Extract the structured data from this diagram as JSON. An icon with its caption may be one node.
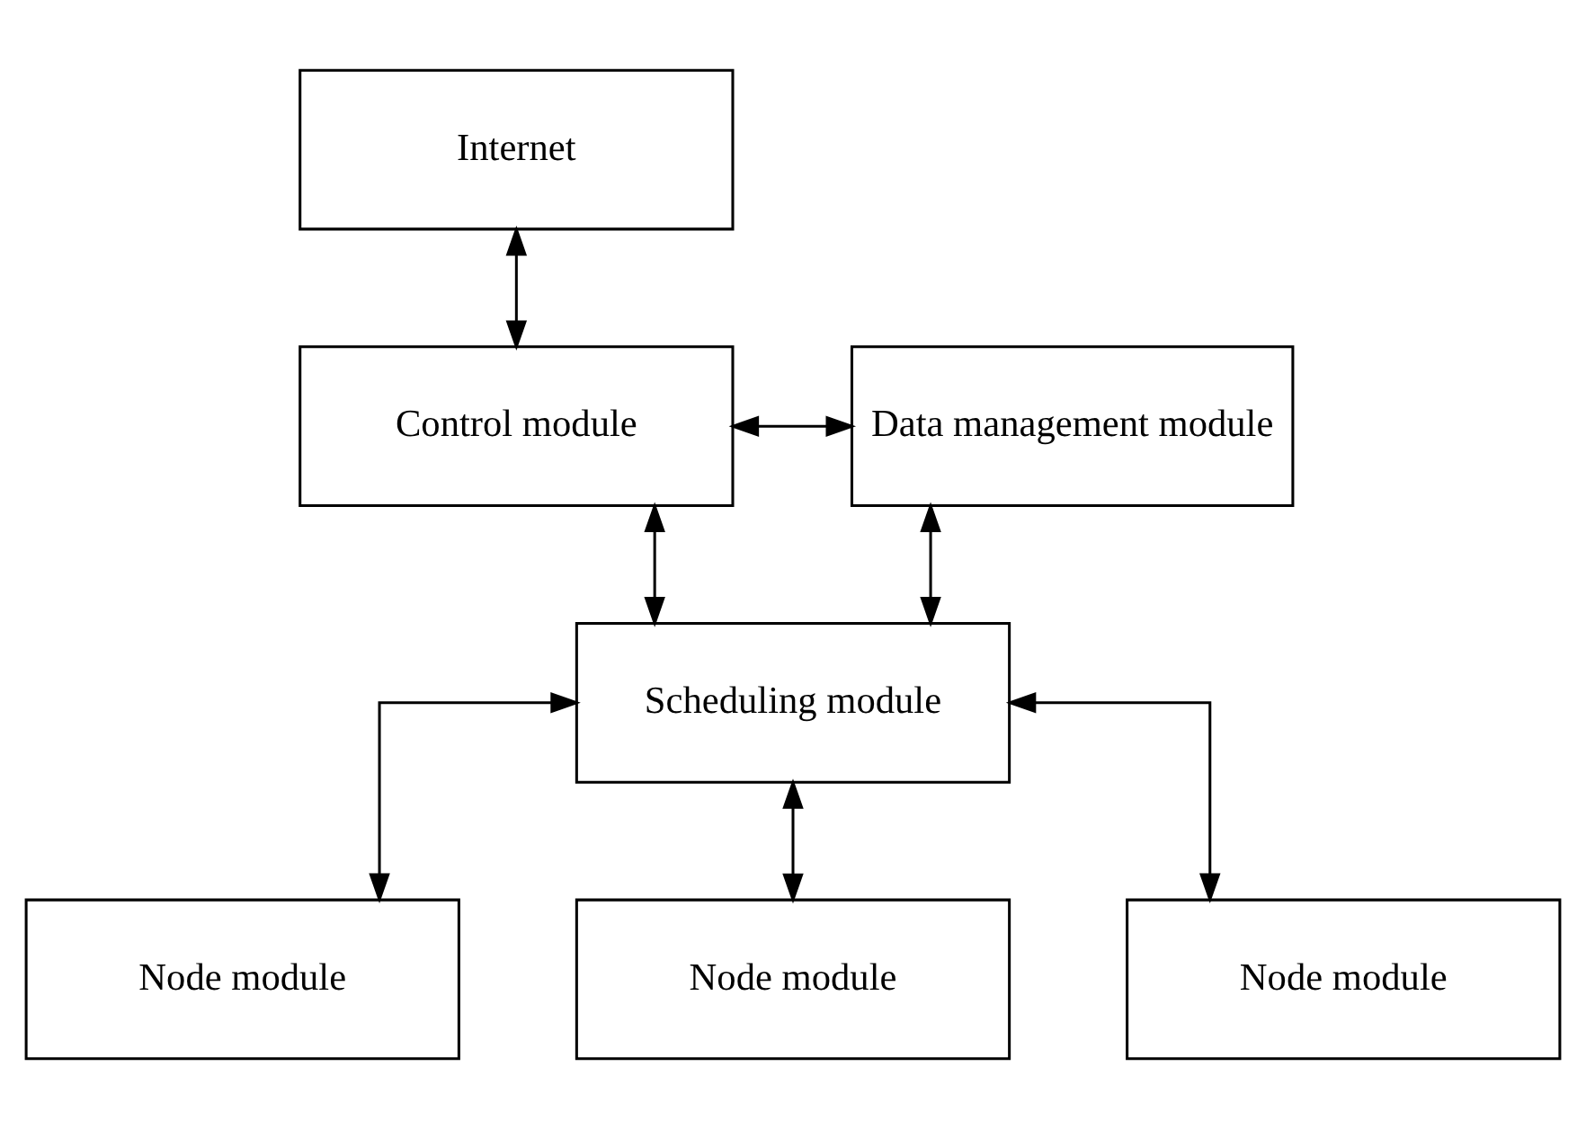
{
  "diagram": {
    "nodes": [
      {
        "text": [
          "Internet"
        ]
      },
      {
        "text": [
          "Control module"
        ]
      },
      {
        "text": [
          "Data management module"
        ]
      },
      {
        "text": [
          "Scheduling module"
        ]
      },
      {
        "text": [
          "Node module"
        ]
      },
      {
        "text": [
          "Node module"
        ]
      },
      {
        "text": [
          "Node module"
        ]
      }
    ],
    "edges": [
      {
        "from": 0,
        "to": 1,
        "arrow": "both"
      },
      {
        "from": 1,
        "to": 2,
        "arrow": "both"
      },
      {
        "from": 1,
        "to": 3,
        "arrow": "both"
      },
      {
        "from": 2,
        "to": 3,
        "arrow": "both"
      },
      {
        "from": 3,
        "to": 4,
        "arrow": "both"
      },
      {
        "from": 3,
        "to": 5,
        "arrow": "both"
      },
      {
        "from": 3,
        "to": 6,
        "arrow": "both"
      }
    ]
  }
}
